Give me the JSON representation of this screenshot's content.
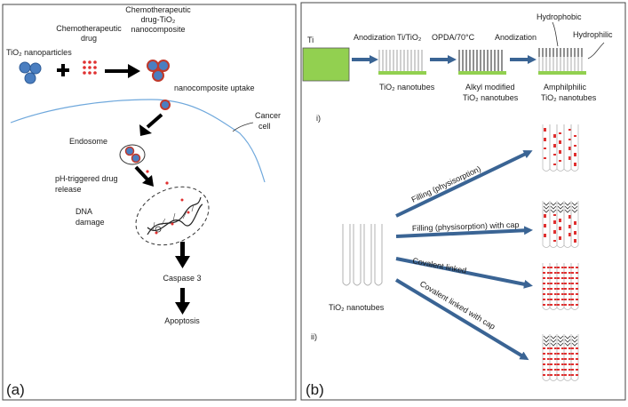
{
  "panel_a": {
    "panel_label": "(a)",
    "tio2_nanoparticles": "TiO₂ nanoparticles",
    "chemo_drug_line1": "Chemotherapeutic",
    "chemo_drug_line2": "drug",
    "nanocomposite_line1": "Chemotherapeutic",
    "nanocomposite_line2": "drug-TiO₂",
    "nanocomposite_line3": "nanocomposite",
    "uptake": "nanocomposite uptake",
    "cancer_cell_line1": "Cancer",
    "cancer_cell_line2": "cell",
    "endosome": "Endosome",
    "drug_release_line1": "pH-triggered drug",
    "drug_release_line2": "release",
    "dna_damage_line1": "DNA",
    "dna_damage_line2": "damage",
    "caspase": "Caspase 3",
    "apoptosis": "Apoptosis"
  },
  "panel_b": {
    "panel_label": "(b)",
    "ti": "Ti",
    "anodization_1": "Anodization",
    "ti_tio2": "Ti/TiO₂",
    "opda": "OPDA/70°C",
    "anodization_2": "Anodization",
    "hydrophobic": "Hydrophobic",
    "hydrophilic": "Hydrophilic",
    "tio2_nanotubes_top": "TiO₂ nanotubes",
    "alkyl_line1": "Alkyl modified",
    "alkyl_line2": "TiO₂ nanotubes",
    "amphi_line1": "Amphilphilic",
    "amphi_line2": "TiO₂ nanotubes",
    "section_i": "i)",
    "section_ii": "ii)",
    "tio2_nanotubes_bottom": "TiO₂ nanotubes",
    "route_1": "Filling (physisorption)",
    "route_2": "Filling (physisorption) with cap",
    "route_3": "Covalent linked",
    "route_4": "Covalent linked with cap"
  },
  "colors": {
    "nanoparticle": "#4a7ec0",
    "drug": "#e03030",
    "arrow_blue": "#3a6494",
    "ti_green": "#92d050",
    "cell_membrane": "#6fa8dc",
    "arrow_black": "#000000"
  }
}
